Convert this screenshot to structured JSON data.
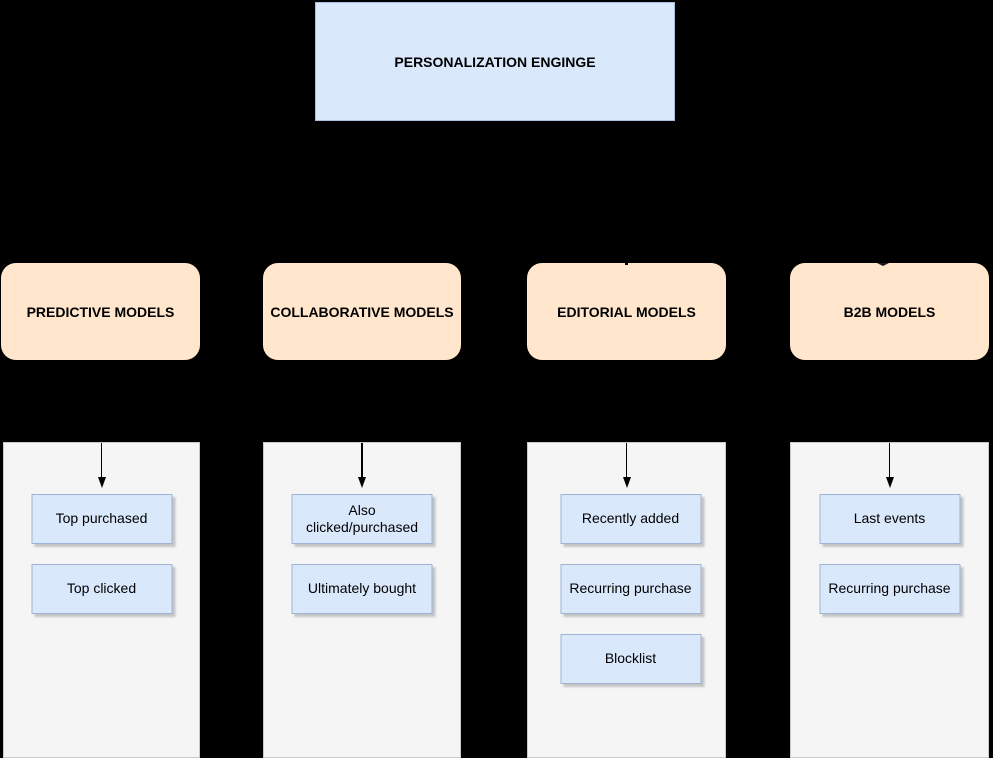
{
  "root": {
    "label": "PERSONALIZATION ENGINGE"
  },
  "columns": [
    {
      "id": "predictive",
      "header": "PREDICTIVE MODELS",
      "items": [
        "Top purchased",
        "Top clicked"
      ]
    },
    {
      "id": "collaborative",
      "header": "COLLABORATIVE MODELS",
      "items": [
        "Also clicked/purchased",
        "Ultimately bought"
      ]
    },
    {
      "id": "editorial",
      "header": "EDITORIAL MODELS",
      "items": [
        "Recently added",
        "Recurring purchase",
        "Blocklist"
      ]
    },
    {
      "id": "b2b",
      "header": "B2B MODELS",
      "items": [
        "Last events",
        "Recurring purchase"
      ]
    }
  ],
  "colors": {
    "item_fill": "#dae8fc",
    "item_border": "#9db5d3",
    "root_border": "#a8c0de",
    "model_fill": "#ffe6cc",
    "panel_fill": "#f5f5f5",
    "arrow": "#000000",
    "background": "#000000"
  }
}
